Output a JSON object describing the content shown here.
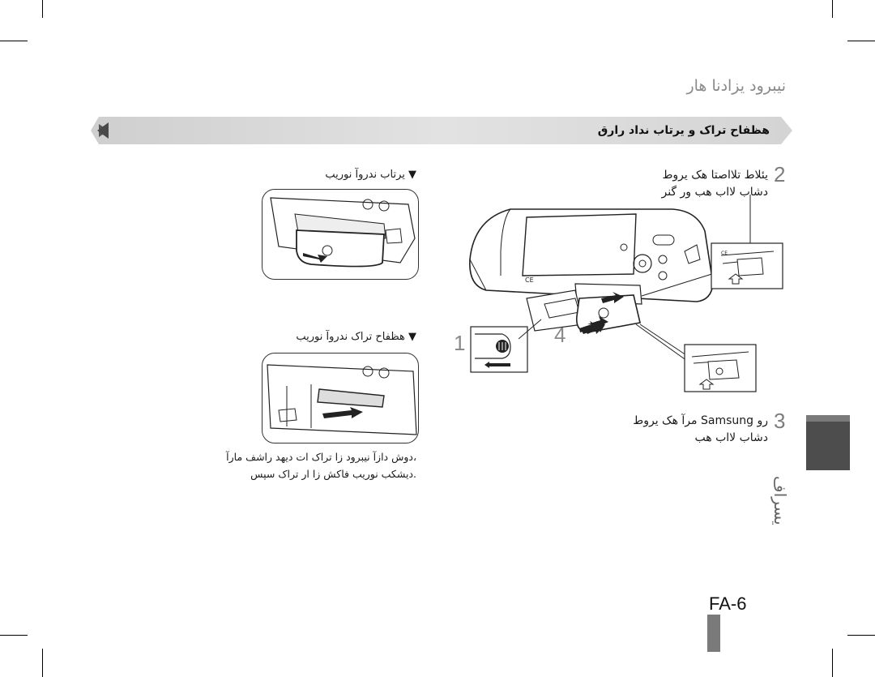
{
  "header": {
    "subtitle": "نیبرود یزادنا هار"
  },
  "section_bar": {
    "title": "هظفاح تراک و یرتاب نداد رارق"
  },
  "steps": [
    {
      "number": "2",
      "line1": "یئلاط تلااصتا هک یروط",
      "line2": "دشاب لااب هب ور گنر"
    },
    {
      "number": "3",
      "line1": "رو Samsung مرآ هک یروط",
      "line2": "دشاب لااب هب"
    }
  ],
  "callouts": {
    "one": "1",
    "four": "4"
  },
  "panels": [
    {
      "caption": "▼ یرتاب ندروآ نوریب"
    },
    {
      "caption": "▼ هظفاح تراک ندروآ نوریب"
    }
  ],
  "note": {
    "line1": "،دوش دازآ نیبرود زا تراک ات دیهد راشف مارآ",
    "line2": ".دیشکب نوریب فاکش زا ار تراک سپس"
  },
  "side_tab": {
    "label": "یسراف"
  },
  "footer": {
    "page_number": "FA-6"
  }
}
